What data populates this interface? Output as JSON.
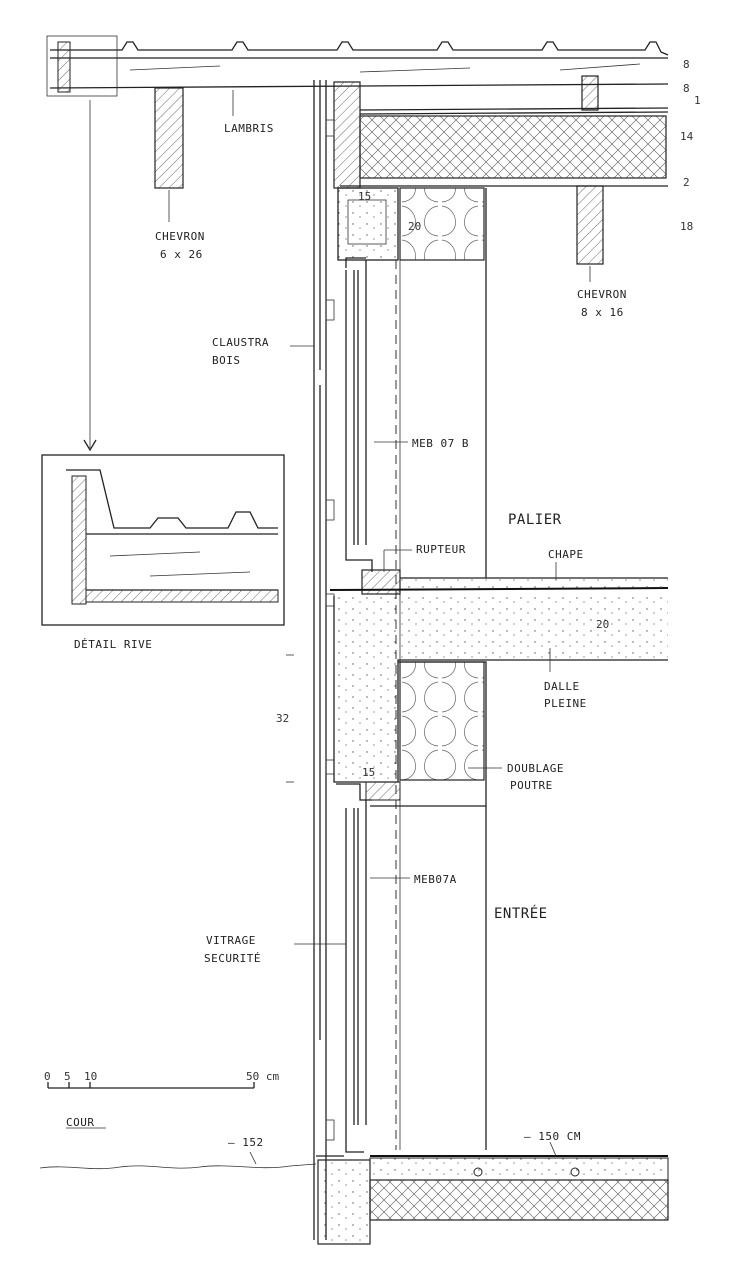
{
  "labels": {
    "lambris": "LAMBRIS",
    "chevron_left_1": "CHEVRON",
    "chevron_left_2": "6 x 26",
    "chevron_right_1": "CHEVRON",
    "chevron_right_2": "8 x 16",
    "claustra_1": "CLAUSTRA",
    "claustra_2": "BOIS",
    "meb07b": "MEB 07 B",
    "rupteur": "RUPTEUR",
    "palier": "PALIER",
    "chape": "CHAPE",
    "dalle_1": "DALLE",
    "dalle_2": "PLEINE",
    "doublage_1": "DOUBLAGE",
    "doublage_2": "POUTRE",
    "meb07a": "MEB07A",
    "entree": "ENTRÉE",
    "vitrage_1": "VITRAGE",
    "vitrage_2": "SECURITÉ",
    "detail_rive": "DÉTAIL RIVE",
    "cour": "COUR",
    "level_152": "– 152",
    "level_150": "– 150 CM"
  },
  "dimensions": {
    "d8a": "8",
    "d8b": "8",
    "d1": "1",
    "d14": "14",
    "d2": "2",
    "d18": "18",
    "d15_top": "15",
    "d20_ins": "20",
    "d20_slab": "20",
    "d32": "32",
    "d15_bot": "15"
  },
  "scale": {
    "t0": "0",
    "t5": "5",
    "t10": "10",
    "t50": "50 cm"
  },
  "colors": {
    "ink": "#222222",
    "paper": "#ffffff"
  }
}
